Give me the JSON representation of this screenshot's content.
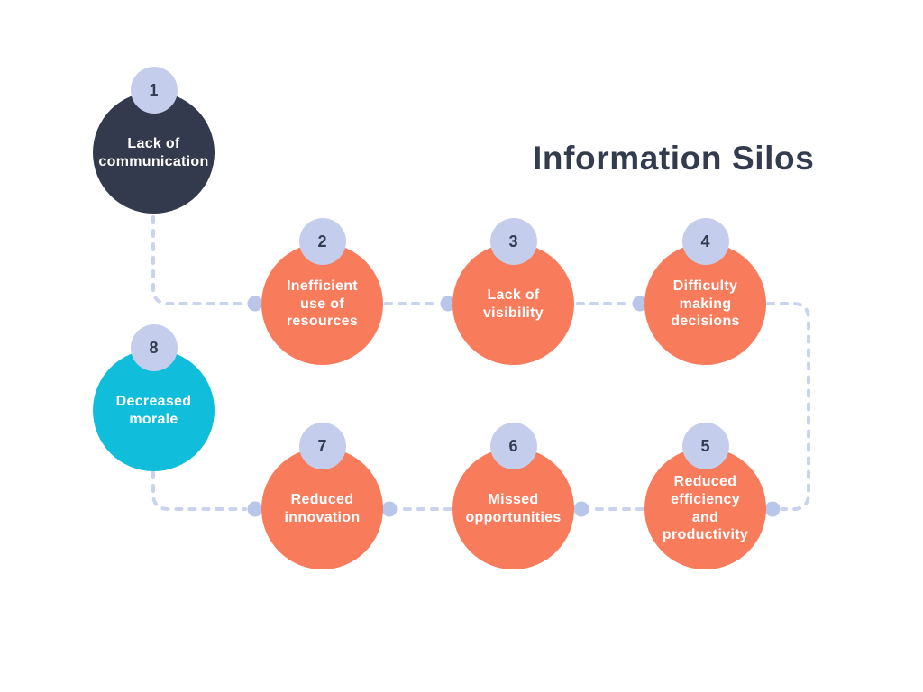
{
  "title": "Information Silos",
  "colors": {
    "background": "#FFFFFF",
    "title_text": "#333B4E",
    "node_dark": "#333A4E",
    "node_orange": "#F87B5C",
    "node_cyan": "#10BEDC",
    "badge_fill": "#C4CEEC",
    "badge_text": "#333B4E",
    "node_label_text": "#FFFFFF",
    "connector_dash": "#C8D3EE",
    "connector_dot": "#B8C6EA"
  },
  "nodes": [
    {
      "number": "1",
      "label": "Lack of\ncommunication",
      "color": "dark"
    },
    {
      "number": "2",
      "label": "Inefficient\nuse of\nresources",
      "color": "orange"
    },
    {
      "number": "3",
      "label": "Lack of\nvisibility",
      "color": "orange"
    },
    {
      "number": "4",
      "label": "Difficulty\nmaking\ndecisions",
      "color": "orange"
    },
    {
      "number": "5",
      "label": "Reduced\nefficiency\nand\nproductivity",
      "color": "orange"
    },
    {
      "number": "6",
      "label": "Missed\nopportunities",
      "color": "orange"
    },
    {
      "number": "7",
      "label": "Reduced\ninnovation",
      "color": "orange"
    },
    {
      "number": "8",
      "label": "Decreased\nmorale",
      "color": "cyan"
    }
  ]
}
